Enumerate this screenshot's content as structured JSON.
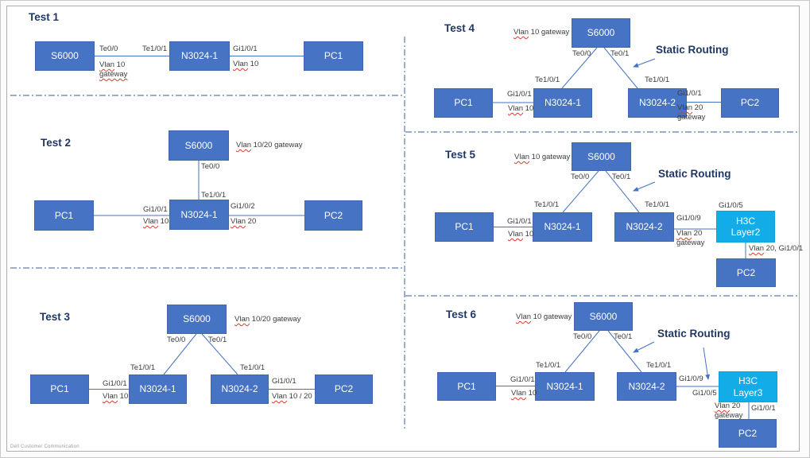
{
  "footer": "Dell Customer Communication",
  "colors": {
    "node_fill": "#4673C4",
    "h3c_fill": "#12ADE9",
    "connector": "#4472C4",
    "separator": "#5E7CA9",
    "heading": "#1F3864",
    "squiggle": "#D93B2B"
  },
  "tests": [
    {
      "title": "Test 1",
      "nodes": {
        "s6000": "S6000",
        "sw1": "N3024-1",
        "pc1": "PC1"
      },
      "labels": {
        "te00": {
          "sq": "",
          "rest": "Te0/0"
        },
        "te101": {
          "sq": "",
          "rest": "Te1/0/1"
        },
        "gi101": {
          "sq": "",
          "rest": "Gi1/0/1"
        },
        "vlan10_gw": {
          "sq": "Vlan",
          "rest": " 10"
        },
        "gateway": {
          "sq": "gateway",
          "rest": ""
        },
        "vlan10": {
          "sq": "Vlan",
          "rest": " 10"
        }
      }
    },
    {
      "title": "Test 2",
      "nodes": {
        "s6000": "S6000",
        "sw1": "N3024-1",
        "pc1": "PC1",
        "pc2": "PC2"
      },
      "labels": {
        "gw": {
          "sq": "Vlan",
          "rest": " 10/20 gateway"
        },
        "te00": {
          "sq": "",
          "rest": "Te0/0"
        },
        "te101": {
          "sq": "",
          "rest": "Te1/0/1"
        },
        "gi101": {
          "sq": "",
          "rest": "Gi1/0/1"
        },
        "vlan10": {
          "sq": "Vlan",
          "rest": " 10"
        },
        "gi102": {
          "sq": "",
          "rest": "Gi1/0/2"
        },
        "vlan20": {
          "sq": "Vlan",
          "rest": " 20"
        }
      }
    },
    {
      "title": "Test 3",
      "nodes": {
        "s6000": "S6000",
        "sw1": "N3024-1",
        "sw2": "N3024-2",
        "pc1": "PC1",
        "pc2": "PC2"
      },
      "labels": {
        "gw": {
          "sq": "Vlan",
          "rest": " 10/20 gateway"
        },
        "te00": {
          "sq": "",
          "rest": "Te0/0"
        },
        "te01": {
          "sq": "",
          "rest": "Te0/1"
        },
        "te101_l": {
          "sq": "",
          "rest": "Te1/0/1"
        },
        "te101_r": {
          "sq": "",
          "rest": "Te1/0/1"
        },
        "gi101_l": {
          "sq": "",
          "rest": "Gi1/0/1"
        },
        "vlan10": {
          "sq": "Vlan",
          "rest": " 10"
        },
        "gi101_r": {
          "sq": "",
          "rest": "Gi1/0/1"
        },
        "vlan1020": {
          "sq": "Vlan",
          "rest": " 10 / 20"
        }
      }
    },
    {
      "title": "Test 4",
      "annotation": "Static Routing",
      "nodes": {
        "s6000": "S6000",
        "sw1": "N3024-1",
        "sw2": "N3024-2",
        "pc1": "PC1",
        "pc2": "PC2"
      },
      "labels": {
        "gw": {
          "sq": "Vlan",
          "rest": " 10 gateway"
        },
        "te00": {
          "sq": "",
          "rest": "Te0/0"
        },
        "te01": {
          "sq": "",
          "rest": "Te0/1"
        },
        "te101_l": {
          "sq": "",
          "rest": "Te1/0/1"
        },
        "te101_r": {
          "sq": "",
          "rest": "Te1/0/1"
        },
        "gi101_l": {
          "sq": "",
          "rest": "Gi1/0/1"
        },
        "vlan10": {
          "sq": "Vlan",
          "rest": " 10"
        },
        "gi101_r": {
          "sq": "",
          "rest": "Gi1/0/1"
        },
        "vlan20": {
          "sq": "Vlan",
          "rest": " 20"
        },
        "gateway": {
          "sq": "",
          "rest": "gateway"
        }
      }
    },
    {
      "title": "Test 5",
      "annotation": "Static Routing",
      "nodes": {
        "s6000": "S6000",
        "sw1": "N3024-1",
        "sw2": "N3024-2",
        "pc1": "PC1",
        "pc2": "PC2",
        "h3c_1": "H3C",
        "h3c_2": "Layer2"
      },
      "labels": {
        "gw": {
          "sq": "Vlan",
          "rest": " 10 gateway"
        },
        "te00": {
          "sq": "",
          "rest": "Te0/0"
        },
        "te01": {
          "sq": "",
          "rest": "Te0/1"
        },
        "te101_l": {
          "sq": "",
          "rest": "Te1/0/1"
        },
        "te101_r": {
          "sq": "",
          "rest": "Te1/0/1"
        },
        "gi101_l": {
          "sq": "",
          "rest": "Gi1/0/1"
        },
        "vlan10": {
          "sq": "Vlan",
          "rest": " 10"
        },
        "gi109": {
          "sq": "",
          "rest": "Gi1/0/9"
        },
        "vlan20": {
          "sq": "Vlan",
          "rest": " 20"
        },
        "gateway": {
          "sq": "",
          "rest": "gateway"
        },
        "gi105": {
          "sq": "",
          "rest": "Gi1/0/5"
        },
        "vlan20_gi101": {
          "sq": "Vlan",
          "rest": " 20, Gi1/0/1"
        }
      }
    },
    {
      "title": "Test 6",
      "annotation": "Static Routing",
      "nodes": {
        "s6000": "S6000",
        "sw1": "N3024-1",
        "sw2": "N3024-2",
        "pc1": "PC1",
        "pc2": "PC2",
        "h3c_1": "H3C",
        "h3c_2": "Layer3"
      },
      "labels": {
        "gw": {
          "sq": "Vlan",
          "rest": " 10 gateway"
        },
        "te00": {
          "sq": "",
          "rest": "Te0/0"
        },
        "te01": {
          "sq": "",
          "rest": "Te0/1"
        },
        "te101_l": {
          "sq": "",
          "rest": "Te1/0/1"
        },
        "te101_r": {
          "sq": "",
          "rest": "Te1/0/1"
        },
        "gi101_l": {
          "sq": "",
          "rest": "Gi1/0/1"
        },
        "vlan10": {
          "sq": "Vlan",
          "rest": " 10"
        },
        "gi109": {
          "sq": "",
          "rest": "Gi1/0/9"
        },
        "gi105": {
          "sq": "",
          "rest": "Gi1/0/5"
        },
        "vlan20": {
          "sq": "Vlan",
          "rest": " 20"
        },
        "gateway": {
          "sq": "",
          "rest": "gateway"
        },
        "gi101_r": {
          "sq": "",
          "rest": "Gi1/0/1"
        }
      }
    }
  ]
}
